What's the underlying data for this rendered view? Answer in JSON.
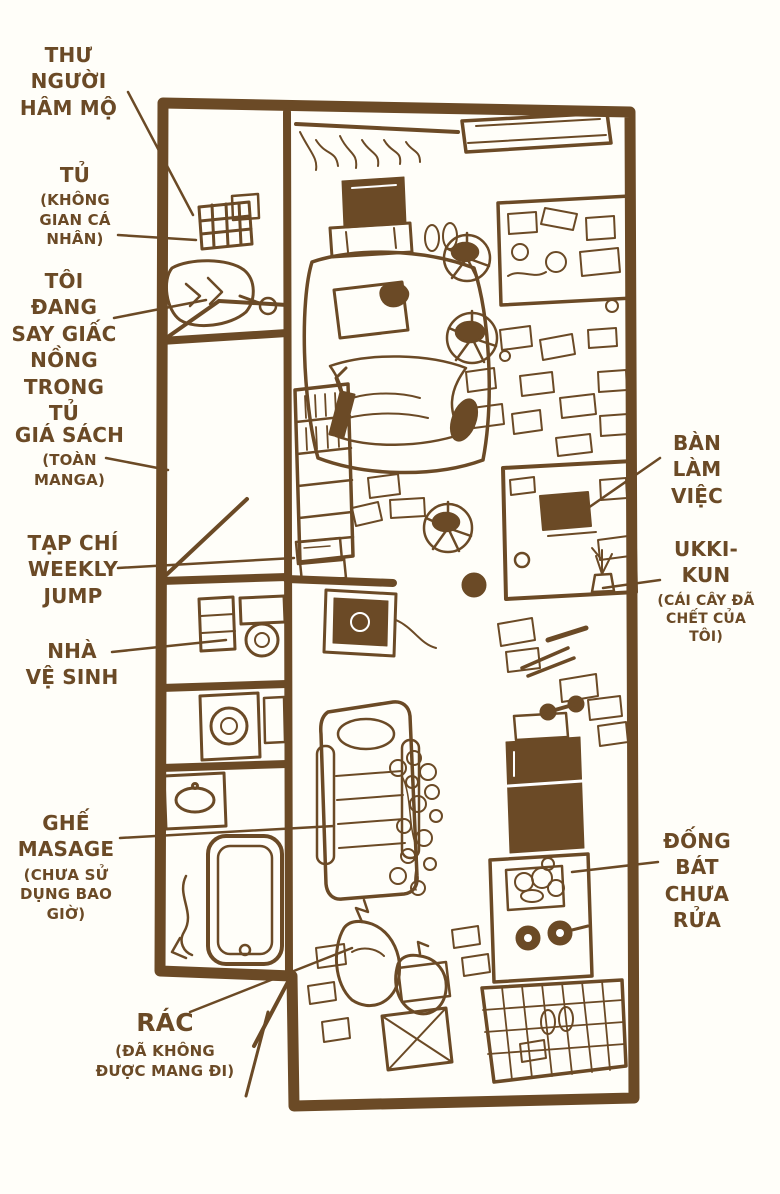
{
  "colors": {
    "ink": "#6b4a26",
    "paper": "#fffef9"
  },
  "labels": {
    "fan_mail": {
      "text": "THƯ NGƯỜI\nHÂM MỘ"
    },
    "closet": {
      "title": "TỦ",
      "subtitle": "(KHÔNG\nGIAN CÁ\nNHÂN)"
    },
    "sleeping_in_closet": {
      "text": "TÔI ĐANG\nSAY GIẤC\nNỒNG\nTRONG TỦ"
    },
    "bookshelf": {
      "title": "GIÁ SÁCH",
      "subtitle": "(TOÀN\nMANGA)"
    },
    "magazine": {
      "text": "TẠP CHÍ\nWEEKLY\nJUMP"
    },
    "toilet": {
      "text": "NHÀ\nVỆ SINH"
    },
    "massage_chair": {
      "title": "GHẾ\nMASAGE",
      "subtitle": "(CHƯA SỬ\nDỤNG BAO\nGIỜ)"
    },
    "trash": {
      "title": "RÁC",
      "subtitle": "(ĐÃ KHÔNG\nĐƯỢC MANG ĐI)"
    },
    "desk": {
      "text": "BÀN\nLÀM\nVIỆC"
    },
    "ukki_kun": {
      "title": "UKKI-\nKUN",
      "subtitle": "(CÁI CÂY ĐÃ\nCHẾT CỦA\nTÔI)"
    },
    "dirty_dishes": {
      "text": "ĐỐNG\nBÁT\nCHƯA\nRỬA"
    }
  }
}
